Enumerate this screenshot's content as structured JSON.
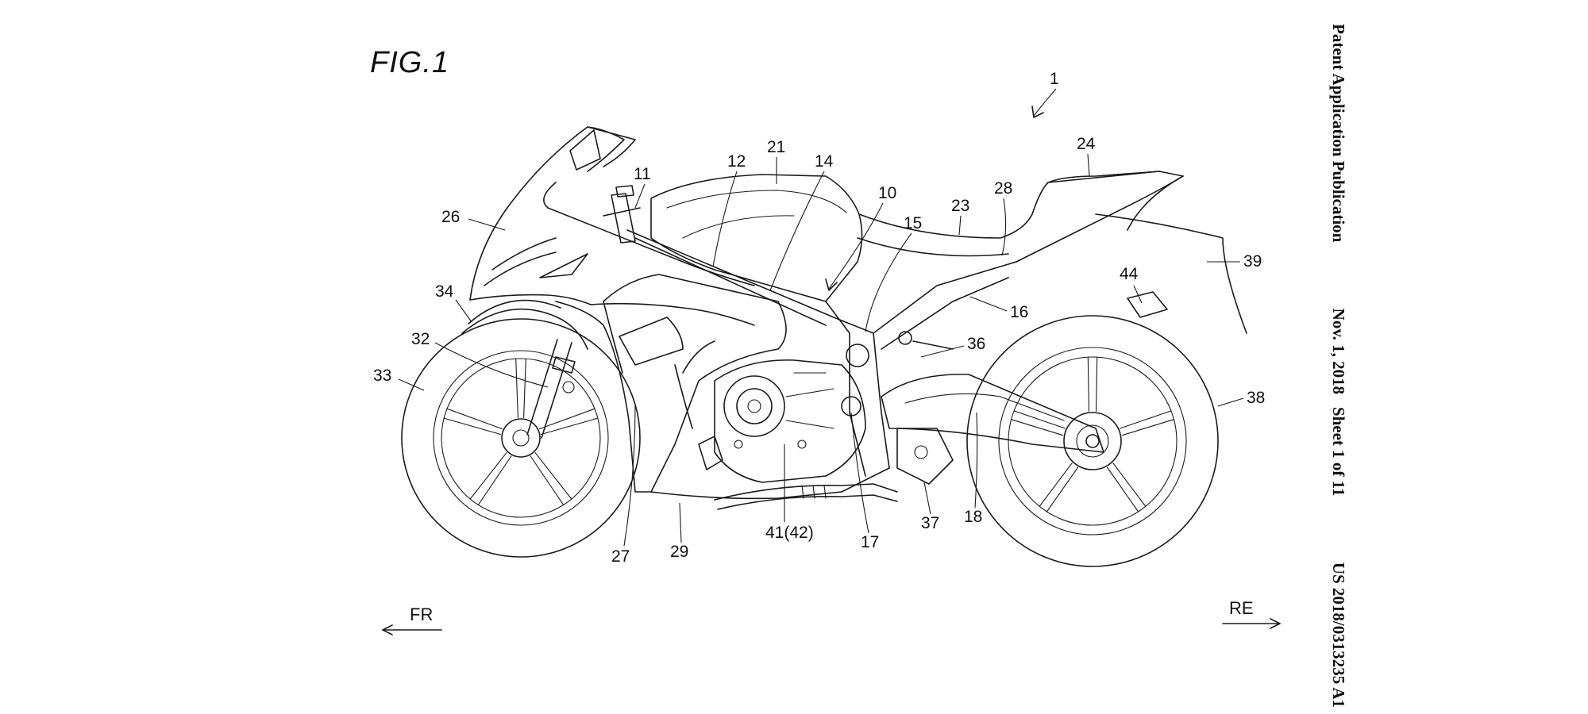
{
  "figure": {
    "title": "FIG.1",
    "direction_front": "FR",
    "direction_rear": "RE"
  },
  "header": {
    "publication_type": "Patent Application Publication",
    "date": "Nov. 1, 2018",
    "sheet": "Sheet 1 of 11",
    "number": "US 2018/0313235 A1"
  },
  "callouts": [
    "1",
    "10",
    "11",
    "12",
    "14",
    "15",
    "16",
    "17",
    "18",
    "21",
    "23",
    "24",
    "26",
    "27",
    "28",
    "29",
    "32",
    "33",
    "34",
    "36",
    "37",
    "38",
    "39",
    "41(42)",
    "44"
  ],
  "colors": {
    "ink": "#1a1a1a",
    "paper": "#ffffff"
  }
}
